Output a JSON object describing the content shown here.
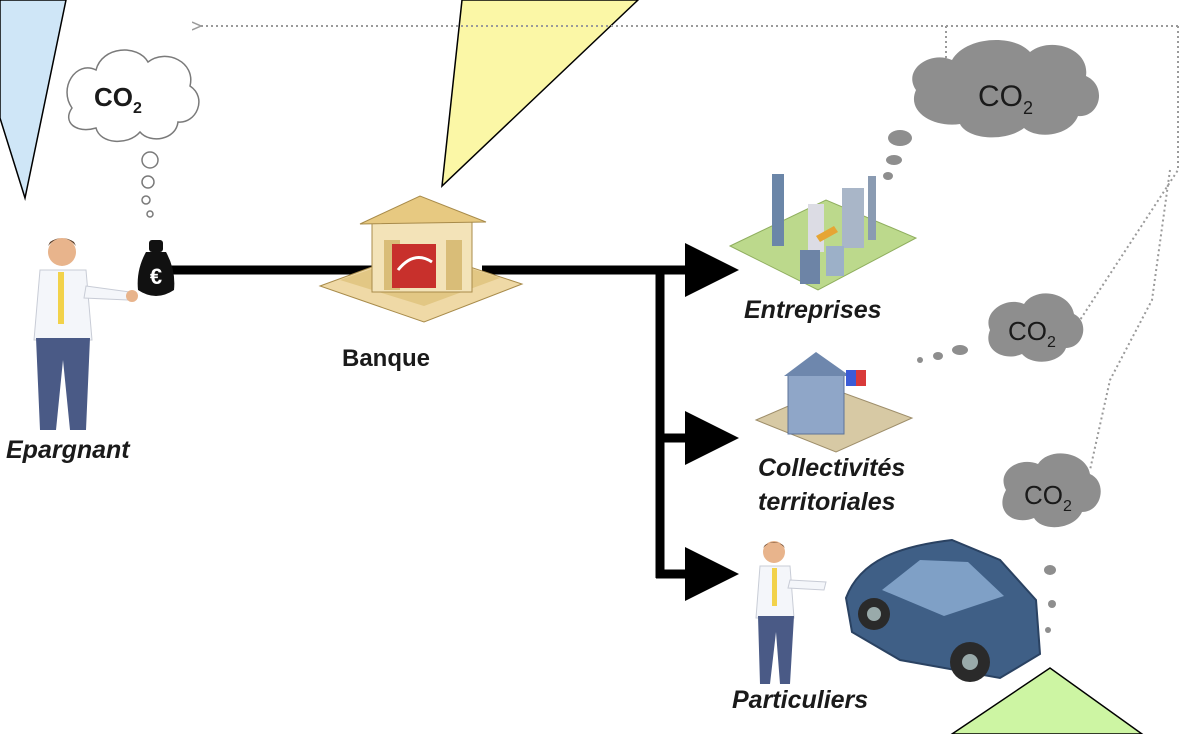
{
  "nodes": {
    "epargnant": "Epargnant",
    "banque": "Banque",
    "entreprises": "Entreprises",
    "collectivites_line1": "Collectivités",
    "collectivites_line2": "territoriales",
    "particuliers": "Particuliers"
  },
  "co2": {
    "symbol": "CO",
    "subscript": "2"
  },
  "money_symbol": "€",
  "colors": {
    "callout_blue": "#cfe6f7",
    "callout_yellow": "#fbf7a6",
    "callout_green": "#cdf5a3",
    "arrow": "#000000",
    "cloud_dark": "#8e8e8e",
    "dotted_line": "#9a9a9a",
    "car_body": "#3f5f86",
    "building_roof": "#e7c981",
    "bank_logo": "#c8302c"
  }
}
